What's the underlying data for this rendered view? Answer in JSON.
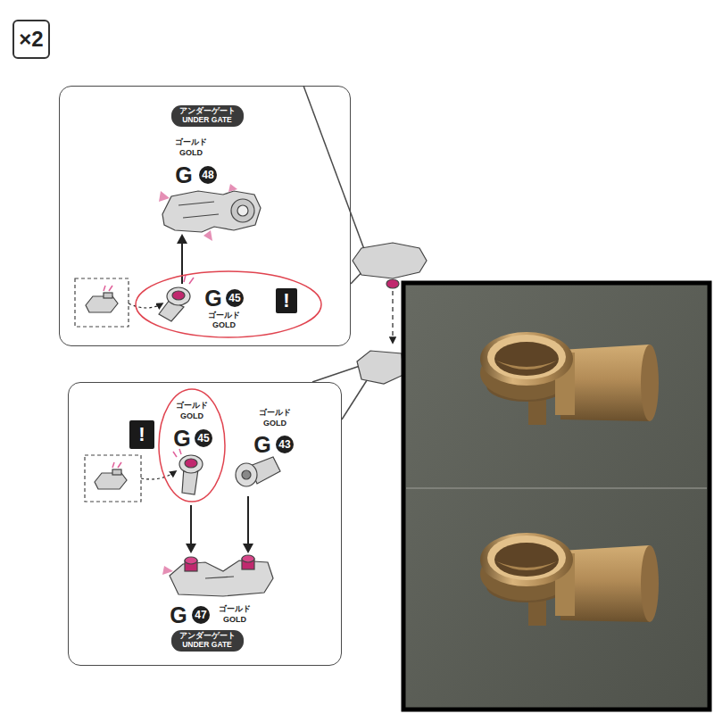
{
  "diagram": {
    "nodes": [
      {
        "text": [
          "×2"
        ]
      },
      {
        "text": [
          "ゴールド",
          "GOLD",
          "G",
          "48"
        ]
      },
      {
        "text": [
          "アンダーゲート",
          "UNDER GATE"
        ],
        "in": 1
      },
      {
        "text": [
          "G",
          "45",
          "ゴールド",
          "GOLD"
        ],
        "in": 1
      },
      {
        "text": [
          "!"
        ],
        "in": 3
      },
      {
        "text": [
          "ゴールド",
          "GOLD",
          "G",
          "43",
          "G",
          "47",
          "ゴールド",
          "GOLD"
        ]
      },
      {
        "text": [
          "!"
        ],
        "in": 5
      },
      {
        "text": [
          "ゴールド",
          "GOLD",
          "G",
          "45"
        ],
        "in": 5
      },
      {
        "text": [
          "アンダーゲート",
          "UNDER GATE"
        ],
        "in": 5
      }
    ]
  }
}
